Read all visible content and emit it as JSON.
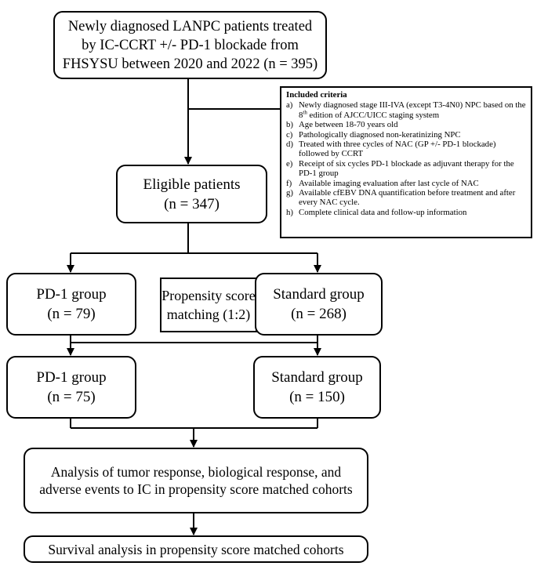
{
  "boxes": {
    "initial": {
      "lines": [
        "Newly diagnosed LANPC patients treated",
        "by IC-CCRT +/- PD-1 blockade from",
        "FHSYSU between 2020 and 2022 (n = 395)"
      ]
    },
    "eligible": {
      "lines": [
        "Eligible patients",
        "(n = 347)"
      ]
    },
    "pd1_group_1": {
      "lines": [
        "PD-1 group",
        "(n = 79)"
      ]
    },
    "psm": {
      "lines": [
        "Propensity score",
        "matching (1:2)"
      ]
    },
    "standard_group_1": {
      "lines": [
        "Standard group",
        "(n = 268)"
      ]
    },
    "pd1_group_2": {
      "lines": [
        "PD-1 group",
        "(n = 75)"
      ]
    },
    "standard_group_2": {
      "lines": [
        "Standard group",
        "(n = 150)"
      ]
    },
    "analysis": {
      "lines": [
        "Analysis of tumor response, biological response, and",
        "adverse events  to IC in propensity score matched cohorts"
      ]
    },
    "survival": {
      "lines": [
        "Survival analysis in propensity score matched cohorts"
      ]
    }
  },
  "criteria": {
    "title": "Included criteria",
    "items": [
      {
        "letter": "a)",
        "pre": "Newly diagnosed stage III-IVA (except T3-4N0) NPC based on the 8",
        "sup": "th",
        "post": " edition of AJCC/UICC staging system"
      },
      {
        "letter": "b)",
        "text": "Age between 18-70 years old"
      },
      {
        "letter": "c)",
        "text": "Pathologically diagnosed non-keratinizing NPC"
      },
      {
        "letter": "d)",
        "text": "Treated with  three cycles of NAC (GP +/- PD-1 blockade) followed by CCRT"
      },
      {
        "letter": "e)",
        "text": "Receipt of six cycles PD-1 blockade as adjuvant therapy for the PD-1 group"
      },
      {
        "letter": "f)",
        "text": "Available imaging evaluation after last cycle of NAC"
      },
      {
        "letter": "g)",
        "text": "Available cfEBV DNA quantification before treatment and after every NAC cycle."
      },
      {
        "letter": "h)",
        "text": "Complete clinical data and follow-up information"
      }
    ]
  }
}
